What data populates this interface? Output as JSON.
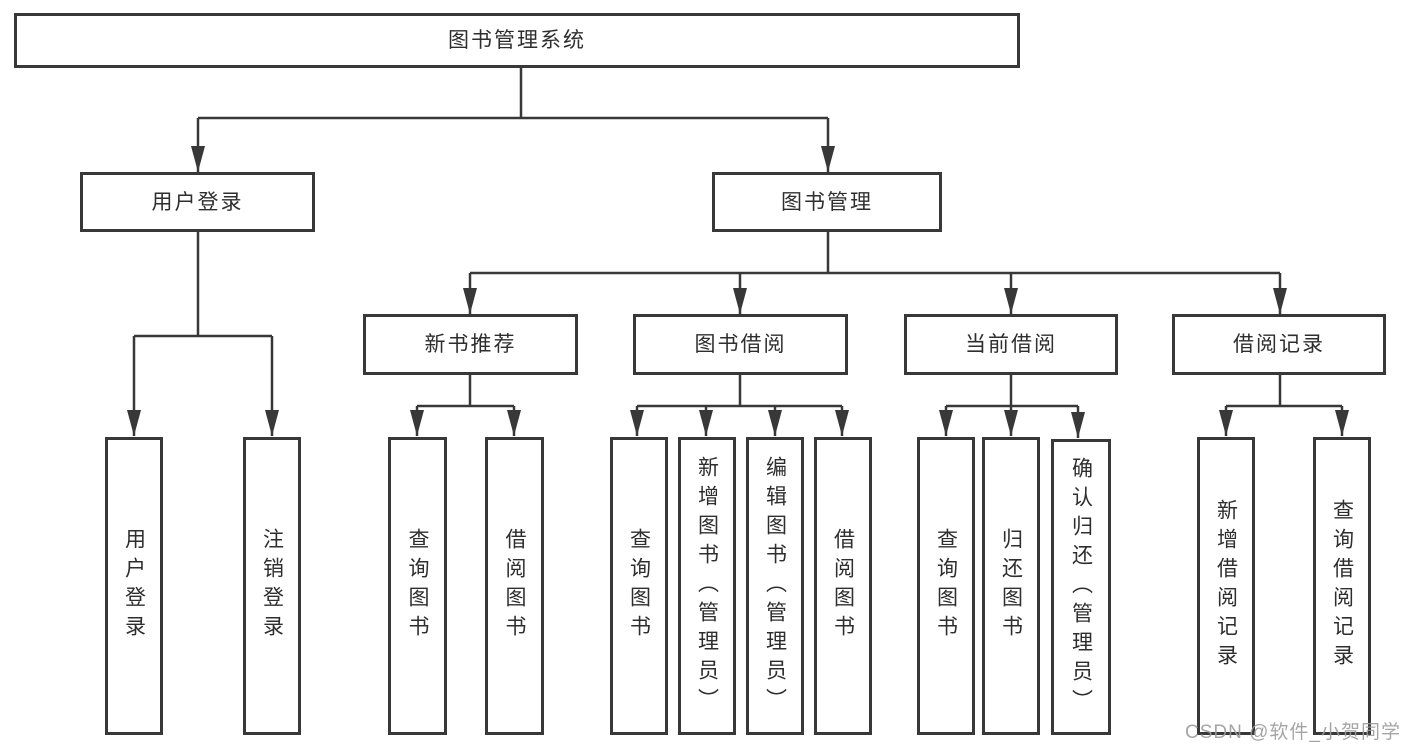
{
  "diagram": {
    "root": {
      "label": "图书管理系统"
    },
    "level2": {
      "user_login": {
        "label": "用户登录"
      },
      "book_mgmt": {
        "label": "图书管理"
      }
    },
    "level3": {
      "new_book": {
        "label": "新书推荐"
      },
      "borrow": {
        "label": "图书借阅"
      },
      "current": {
        "label": "当前借阅"
      },
      "record": {
        "label": "借阅记录"
      }
    },
    "leaves": {
      "user_login": {
        "label": "用户登录"
      },
      "logout": {
        "label": "注销登录"
      },
      "nb_query": {
        "label": "查询图书"
      },
      "nb_borrow": {
        "label": "借阅图书"
      },
      "bw_query": {
        "label": "查询图书"
      },
      "bw_add": {
        "label": "新增图书（管理员）"
      },
      "bw_edit": {
        "label": "编辑图书（管理员）"
      },
      "bw_borrow": {
        "label": "借阅图书"
      },
      "cu_query": {
        "label": "查询图书"
      },
      "cu_return": {
        "label": "归还图书"
      },
      "cu_confirm": {
        "label": "确认归还（管理员）"
      },
      "rc_add": {
        "label": "新增借阅记录"
      },
      "rc_query": {
        "label": "查询借阅记录"
      }
    },
    "watermark": "CSDN @软件_小贺同学",
    "colors": {
      "line": "#383838",
      "text": "#2e2e2e",
      "box_bg": "#ffffff",
      "watermark": "#9c9c9c",
      "background": "#ffffff"
    }
  }
}
